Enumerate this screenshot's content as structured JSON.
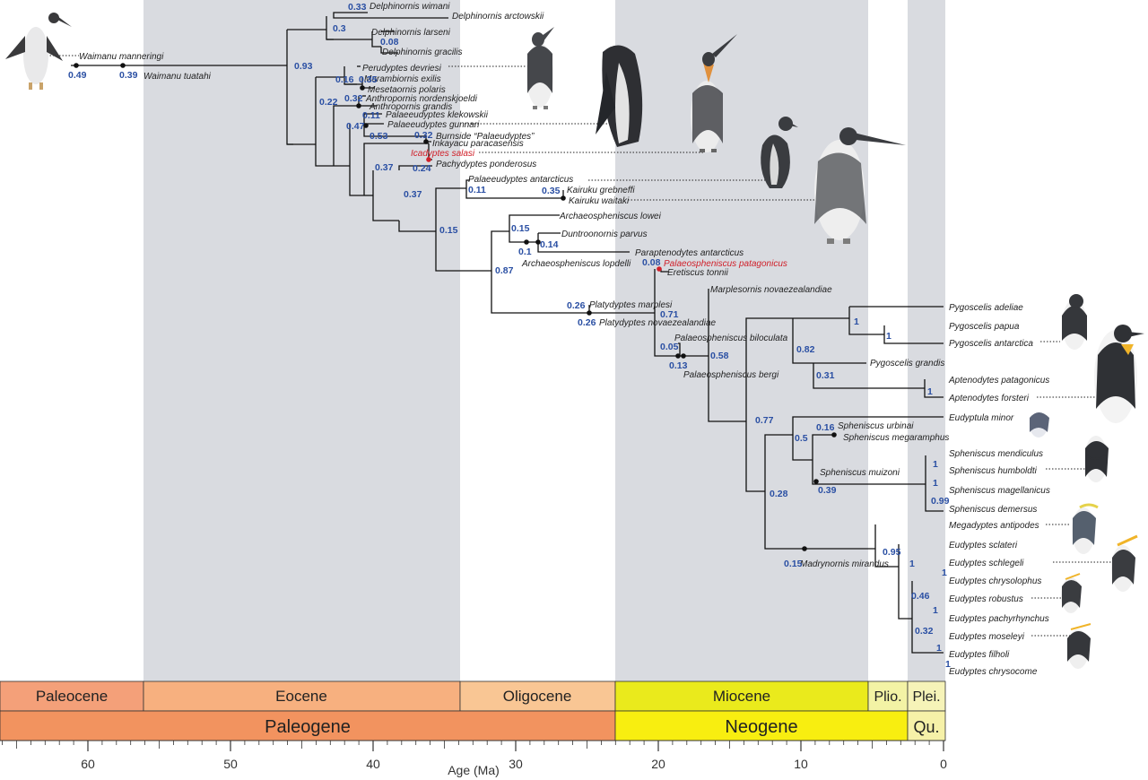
{
  "axis": {
    "title": "Age (Ma)",
    "ticks": [
      "60",
      "50",
      "40",
      "30",
      "20",
      "10",
      "0"
    ]
  },
  "epochs": [
    "Paleocene",
    "Eocene",
    "Oligocene",
    "Miocene",
    "Plio.",
    "Plei."
  ],
  "periods": [
    "Paleogene",
    "Neogene",
    "Qu."
  ],
  "colors": {
    "paleocene": "#f4a079",
    "eocene": "#f7b07f",
    "oligocene": "#f9c694",
    "miocene": "#eaea1c",
    "pliocene": "#f3f3a5",
    "pleistocene": "#f6f3b8",
    "paleogene": "#f2935f",
    "neogene": "#f8ee10",
    "quaternary": "#f6f1a8",
    "shade": "#d9dbe0",
    "support": "#2a4fa3",
    "highlight": "#d0202a"
  },
  "taxa": [
    "Delphinornis wimani",
    "Delphinornis arctowskii",
    "Delphinornis larseni",
    "Delphinornis gracilis",
    "Waimanu manneringi",
    "Waimanu tuatahi",
    "Perudyptes devriesi",
    "Marambiornis exilis",
    "Mesetaornis polaris",
    "Anthropornis nordenskjoeldi",
    "Anthropornis grandis",
    "Palaeeudyptes klekowskii",
    "Palaeeudyptes gunnari",
    "Burnside “Palaeudyptes”",
    "Inkayacu paracasensis",
    "Icadyptes salasi",
    "Pachydyptes ponderosus",
    "Palaeeudyptes antarcticus",
    "Kairuku grebneffi",
    "Kairuku waitaki",
    "Archaeospheniscus lowei",
    "Duntroonornis parvus",
    "Paraptenodytes antarcticus",
    "Archaeospheniscus lopdelli",
    "Palaeospheniscus patagonicus",
    "Eretiscus tonnii",
    "Marplesornis novaezealandiae",
    "Platydyptes marplesi",
    "Platydyptes novaezealandiae",
    "Palaeospheniscus biloculata",
    "Palaeospheniscus bergi",
    "Pygoscelis adeliae",
    "Pygoscelis papua",
    "Pygoscelis antarctica",
    "Pygoscelis grandis",
    "Aptenodytes patagonicus",
    "Aptenodytes forsteri",
    "Eudyptula minor",
    "Spheniscus urbinai",
    "Spheniscus megaramphus",
    "Spheniscus mendiculus",
    "Spheniscus humboldti",
    "Spheniscus muizoni",
    "Spheniscus magellanicus",
    "Spheniscus demersus",
    "Megadyptes antipodes",
    "Eudyptes sclateri",
    "Madrynornis mirandus",
    "Eudyptes schlegeli",
    "Eudyptes chrysolophus",
    "Eudyptes robustus",
    "Eudyptes pachyrhynchus",
    "Eudyptes moseleyi",
    "Eudyptes filholi",
    "Eudyptes chrysocome"
  ],
  "supports": [
    "0.33",
    "0.3",
    "0.08",
    "0.49",
    "0.39",
    "0.93",
    "0.16",
    "0.35",
    "0.22",
    "0.32",
    "0.11",
    "0.47",
    "0.53",
    "0.32",
    "0.24",
    "0.37",
    "0.37",
    "0.11",
    "0.35",
    "0.15",
    "0.15",
    "0.1",
    "0.14",
    "0.87",
    "0.08",
    "0.26",
    "0.26",
    "0.71",
    "0.05",
    "0.13",
    "0.58",
    "1",
    "1",
    "0.82",
    "0.31",
    "1",
    "0.77",
    "0.16",
    "0.5",
    "1",
    "0.39",
    "1",
    "0.99",
    "0.28",
    "0.95",
    "0.15",
    "1",
    "1",
    "0.46",
    "1",
    "0.32",
    "1",
    "1"
  ]
}
